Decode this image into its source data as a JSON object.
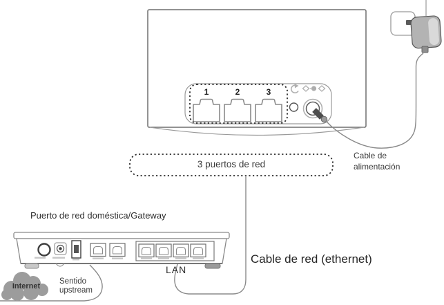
{
  "router": {
    "port_numbers": [
      "1",
      "2",
      "3"
    ],
    "callout_label": "3 puertos de red"
  },
  "power_adapter": {
    "label_line1": "Cable de",
    "label_line2": "alimentación"
  },
  "ethernet": {
    "label": "Cable de red (ethernet)"
  },
  "gateway": {
    "title": "Puerto de red doméstica/Gateway",
    "lan_label": "LAN",
    "internet_label": "Internet",
    "upstream_line1": "Sentido",
    "upstream_line2": "upstream"
  },
  "colors": {
    "outline_gray": "#8a8a8a",
    "dark_line": "#4c4c4c",
    "dashed_stroke": "#2b2b2b",
    "icon_gray": "#b0b0b0",
    "adapter_fill": "#b3b3b3",
    "cloud_fill": "#9c9c9c",
    "text": "#2e2e2e"
  }
}
